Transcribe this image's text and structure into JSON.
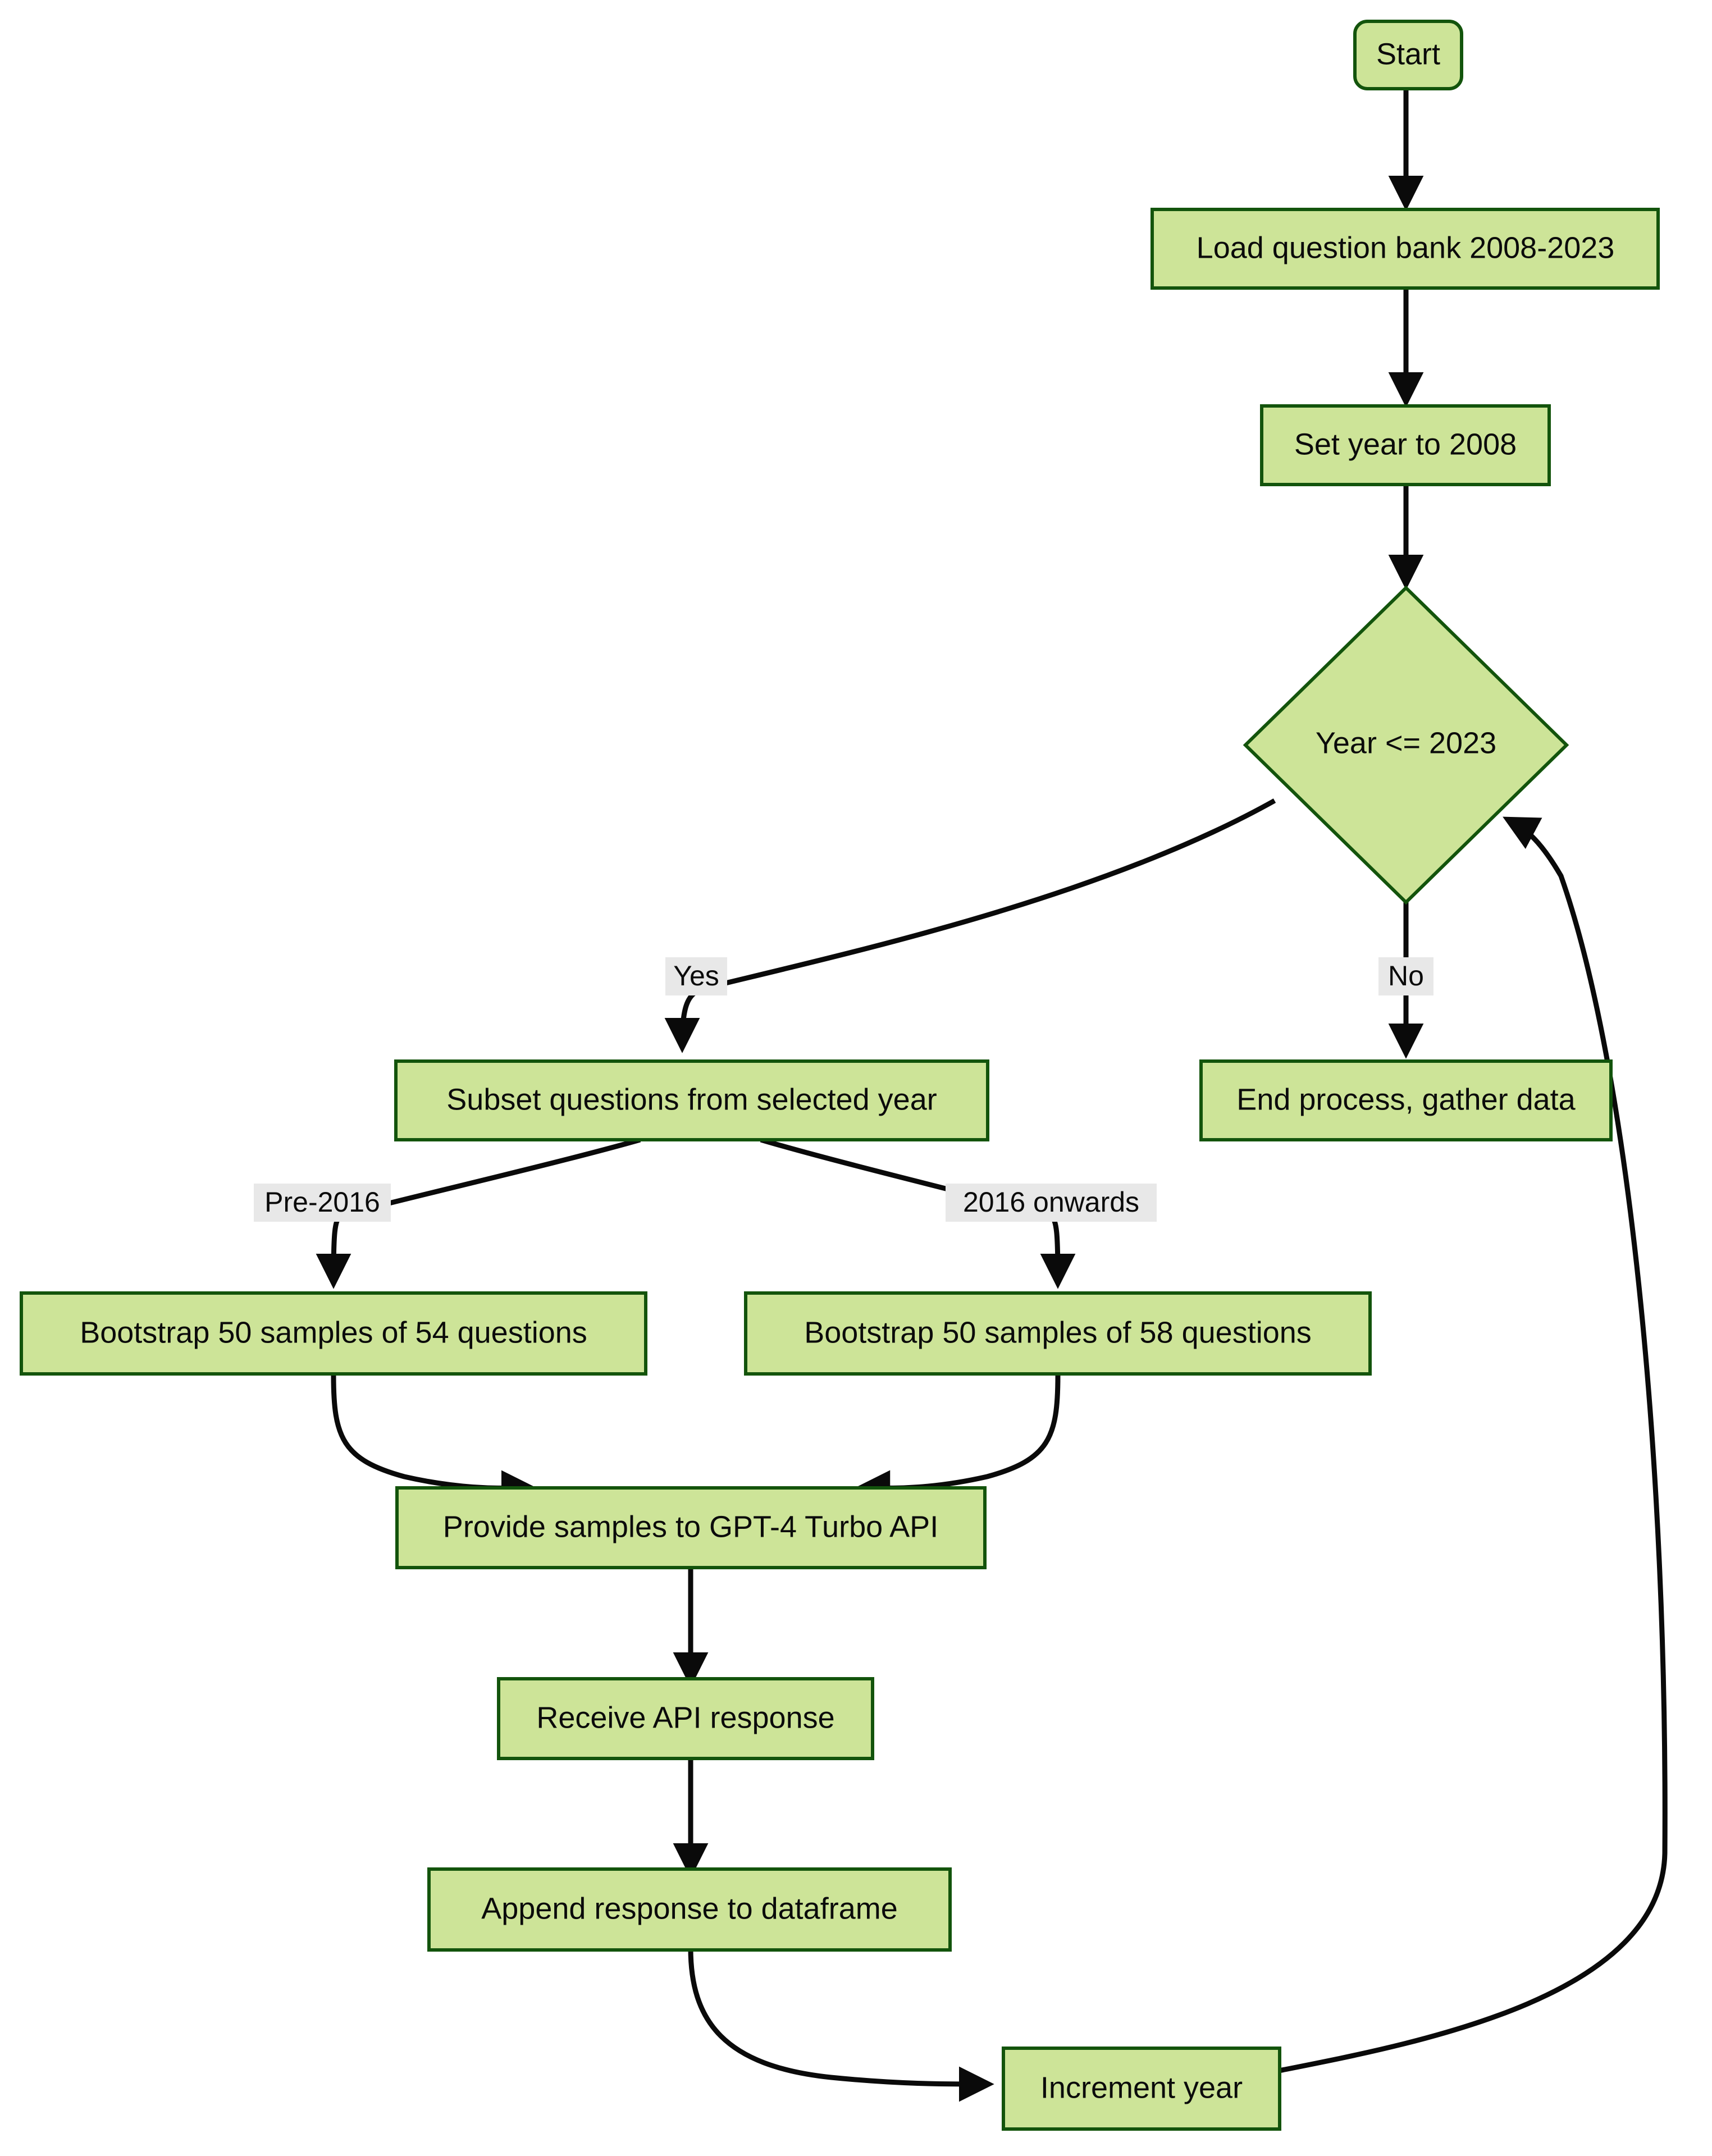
{
  "diagram": {
    "type": "flowchart",
    "orientation": "top-down",
    "title": "",
    "theme": {
      "node_fill": "#cde498",
      "node_border": "#13540c",
      "edge_color": "#0a0a0a",
      "edge_label_background": "#e8e8e8",
      "text_color": "#0b0b0b",
      "canvas_background": "#ffffff"
    },
    "nodes": [
      {
        "id": "start",
        "label": "Start",
        "shape": "stadium"
      },
      {
        "id": "load",
        "label": "Load question bank 2008-2023",
        "shape": "rect"
      },
      {
        "id": "setyear",
        "label": "Set year to 2008",
        "shape": "rect"
      },
      {
        "id": "decision",
        "label": "Year <= 2023",
        "shape": "diamond"
      },
      {
        "id": "subset",
        "label": "Subset questions from selected year",
        "shape": "rect"
      },
      {
        "id": "endprocess",
        "label": "End process, gather data",
        "shape": "rect"
      },
      {
        "id": "boot54",
        "label": "Bootstrap 50 samples of 54 questions",
        "shape": "rect"
      },
      {
        "id": "boot58",
        "label": "Bootstrap 50 samples of 58 questions",
        "shape": "rect"
      },
      {
        "id": "provide",
        "label": "Provide samples to GPT-4 Turbo API",
        "shape": "rect"
      },
      {
        "id": "receive",
        "label": "Receive API response",
        "shape": "rect"
      },
      {
        "id": "append",
        "label": "Append response to dataframe",
        "shape": "rect"
      },
      {
        "id": "increment",
        "label": "Increment year",
        "shape": "rect"
      }
    ],
    "edges": [
      {
        "from": "start",
        "to": "load",
        "label": ""
      },
      {
        "from": "load",
        "to": "setyear",
        "label": ""
      },
      {
        "from": "setyear",
        "to": "decision",
        "label": ""
      },
      {
        "from": "decision",
        "to": "subset",
        "label": "Yes"
      },
      {
        "from": "decision",
        "to": "endprocess",
        "label": "No"
      },
      {
        "from": "subset",
        "to": "boot54",
        "label": "Pre-2016"
      },
      {
        "from": "subset",
        "to": "boot58",
        "label": "2016 onwards"
      },
      {
        "from": "boot54",
        "to": "provide",
        "label": ""
      },
      {
        "from": "boot58",
        "to": "provide",
        "label": ""
      },
      {
        "from": "provide",
        "to": "receive",
        "label": ""
      },
      {
        "from": "receive",
        "to": "append",
        "label": ""
      },
      {
        "from": "append",
        "to": "increment",
        "label": ""
      },
      {
        "from": "increment",
        "to": "decision",
        "label": ""
      }
    ]
  }
}
